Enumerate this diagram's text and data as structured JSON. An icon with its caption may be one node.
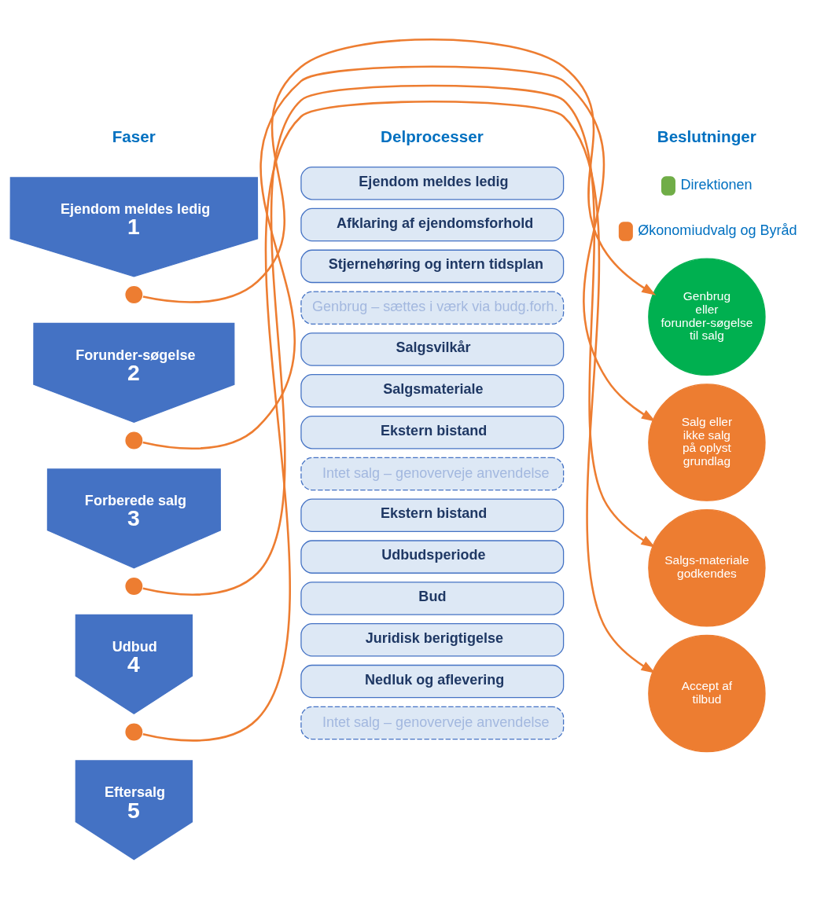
{
  "diagram": {
    "nodes": [
      {
        "text": [
          "Ejendom meldes ledig",
          "1"
        ]
      },
      {
        "text": [
          "Ejendom meldes ledig"
        ]
      },
      {
        "text": [
          "Afklaring af ejendomsforhold"
        ]
      },
      {
        "text": [
          "Genbrug eller forunder-søgelse til salg"
        ]
      },
      {
        "text": [],
        "shape": "circle"
      },
      {
        "text": [
          "Forunder-søgelse",
          "2"
        ]
      },
      {
        "text": [
          "Stjernehøring og intern tidsplan"
        ]
      },
      {
        "text": [
          "Genbrug – sættes i værk via budg.forh."
        ]
      },
      {
        "text": [
          "Salg eller ikke salg på oplyst grundlag"
        ]
      },
      {
        "text": [],
        "shape": "circle"
      },
      {
        "text": [
          "Forberede salg",
          "3"
        ]
      },
      {
        "text": [
          "Salgsvilkår"
        ]
      },
      {
        "text": [
          "Salgsmateriale"
        ]
      },
      {
        "text": [
          "Ekstern bistand"
        ]
      },
      {
        "text": [
          "Intet salg – genoverveje anvendelse"
        ]
      },
      {
        "text": [
          "Salgs-materiale godkendes"
        ]
      },
      {
        "text": [],
        "shape": "circle"
      },
      {
        "text": [
          "Udbud",
          "4"
        ]
      },
      {
        "text": [
          "Ekstern bistand"
        ]
      },
      {
        "text": [
          "Udbudsperiode"
        ]
      },
      {
        "text": [
          "Bud"
        ]
      },
      {
        "text": [
          "Accept af tilbud"
        ]
      },
      {
        "text": [],
        "shape": "circle"
      },
      {
        "text": [
          "Eftersalg",
          "5"
        ]
      },
      {
        "text": [
          "Juridisk berigtigelse"
        ]
      },
      {
        "text": [
          "Nedluk og aflevering"
        ]
      },
      {
        "text": [
          "Intet salg – genoverveje anvendelse"
        ]
      }
    ],
    "edges": [
      {
        "from": 4,
        "to": 3,
        "arrow": "to"
      },
      {
        "from": 9,
        "to": 8,
        "arrow": "to"
      },
      {
        "from": 16,
        "to": 15,
        "arrow": "to"
      },
      {
        "from": 22,
        "to": 21,
        "arrow": "to"
      }
    ],
    "labels": [
      "Faser",
      "Delprocesser",
      "Beslutninger"
    ],
    "legend": [
      {
        "text": "Direktionen",
        "color": "#70ad47"
      },
      {
        "text": "Økonomiudvalg og Byråd",
        "color": "#ed7d31"
      }
    ]
  }
}
